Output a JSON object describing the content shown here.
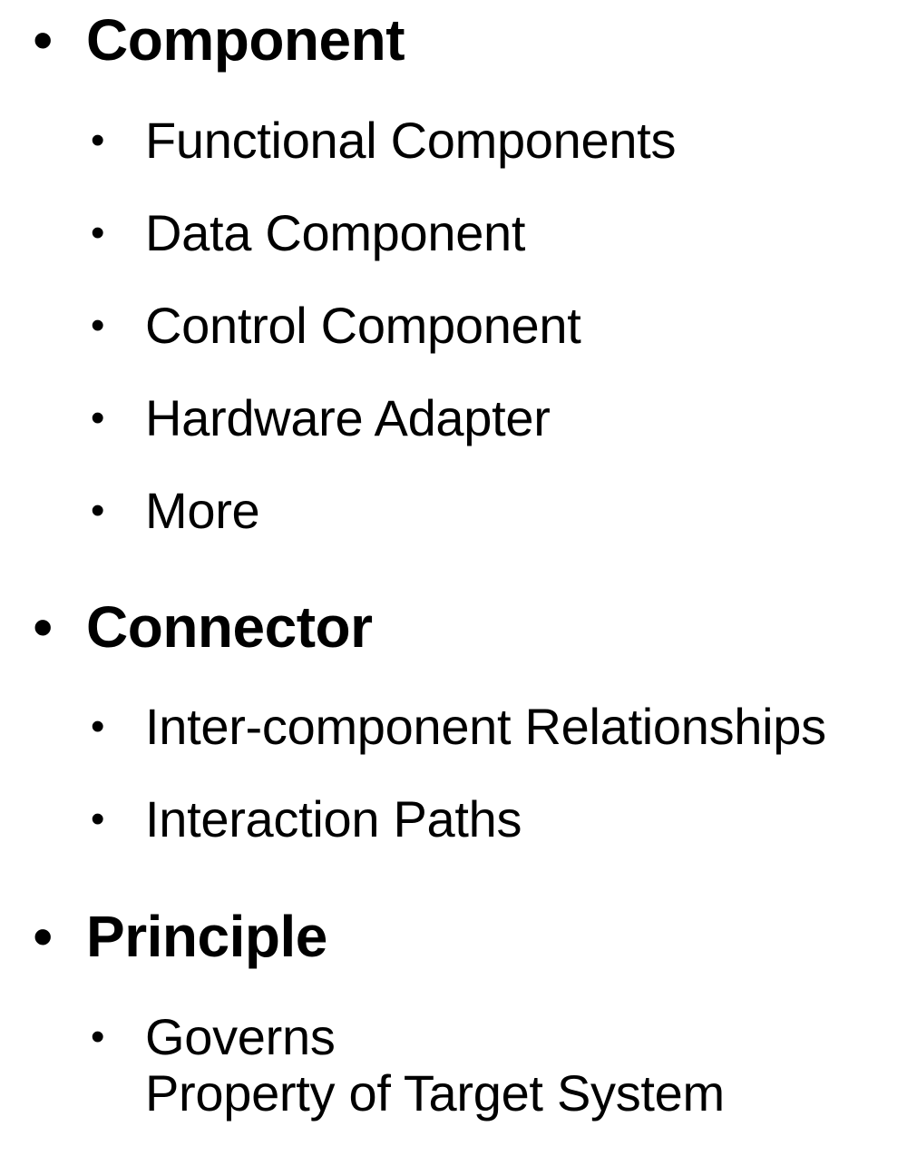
{
  "bullet_char": "•",
  "sections": [
    {
      "heading": "Component",
      "items": [
        "Functional Components",
        "Data Component",
        "Control Component",
        "Hardware Adapter",
        "More"
      ]
    },
    {
      "heading": "Connector",
      "items": [
        "Inter-component Relationships",
        "Interaction Paths"
      ]
    },
    {
      "heading": "Principle",
      "items": [
        [
          "Governs",
          "Property of Target System"
        ]
      ]
    }
  ]
}
